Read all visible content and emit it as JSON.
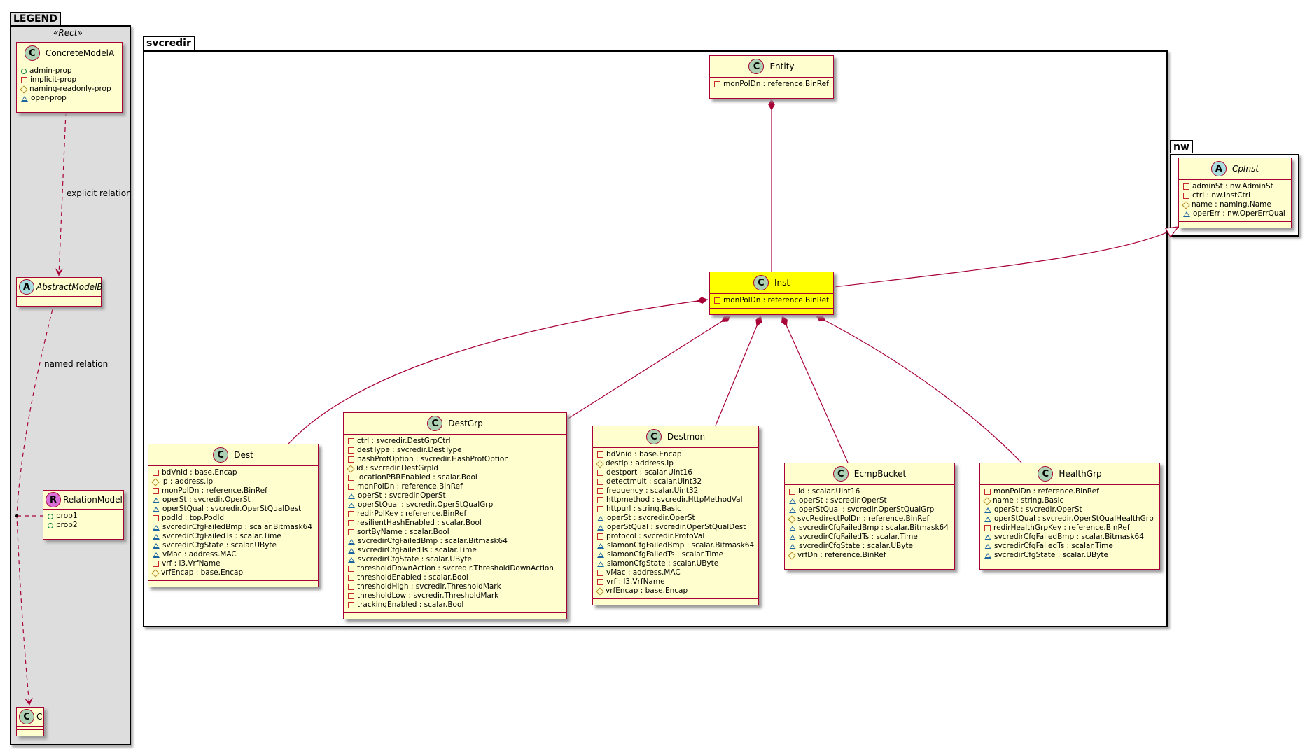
{
  "legend": {
    "package_name": "LEGEND",
    "stereotype": "«Rect»",
    "explicit_label": "explicit relation",
    "named_label": "named relation"
  },
  "packages": {
    "svcredir": "svcredir",
    "nw": "nw"
  },
  "colors": {
    "border": "#A80036",
    "class_bg": "#FEFECE",
    "highlight_bg": "#FFFF00",
    "legend_bg": "#DDDDDD"
  },
  "classes": [
    {
      "id": "ConcreteModelA",
      "name": "ConcreteModelA",
      "kind": "C",
      "attrs": [
        [
          "+",
          "admin-prop"
        ],
        [
          "-",
          "implicit-prop"
        ],
        [
          "#",
          "naming-readonly-prop"
        ],
        [
          "~",
          "oper-prop"
        ]
      ]
    },
    {
      "id": "AbstractModelB",
      "name": "AbstractModelB",
      "kind": "A",
      "italic": true,
      "attrs": []
    },
    {
      "id": "RelationModel",
      "name": "RelationModel",
      "kind": "R",
      "attrs": [
        [
          "+",
          "prop1"
        ],
        [
          "+",
          "prop2"
        ]
      ]
    },
    {
      "id": "C",
      "name": "C",
      "kind": "C",
      "attrs": []
    },
    {
      "id": "Entity",
      "name": "Entity",
      "kind": "C",
      "attrs": [
        [
          "-",
          "monPolDn : reference.BinRef"
        ]
      ]
    },
    {
      "id": "Inst",
      "name": "Inst",
      "kind": "C",
      "highlight": true,
      "attrs": [
        [
          "-",
          "monPolDn : reference.BinRef"
        ]
      ]
    },
    {
      "id": "Dest",
      "name": "Dest",
      "kind": "C",
      "attrs": [
        [
          "-",
          "bdVnid : base.Encap"
        ],
        [
          "#",
          "ip : address.Ip"
        ],
        [
          "-",
          "monPolDn : reference.BinRef"
        ],
        [
          "~",
          "operSt : svcredir.OperSt"
        ],
        [
          "~",
          "operStQual : svcredir.OperStQualDest"
        ],
        [
          "-",
          "podId : top.PodId"
        ],
        [
          "~",
          "svcredirCfgFailedBmp : scalar.Bitmask64"
        ],
        [
          "~",
          "svcredirCfgFailedTs : scalar.Time"
        ],
        [
          "~",
          "svcredirCfgState : scalar.UByte"
        ],
        [
          "~",
          "vMac : address.MAC"
        ],
        [
          "-",
          "vrf : l3.VrfName"
        ],
        [
          "#",
          "vrfEncap : base.Encap"
        ]
      ]
    },
    {
      "id": "DestGrp",
      "name": "DestGrp",
      "kind": "C",
      "attrs": [
        [
          "-",
          "ctrl : svcredir.DestGrpCtrl"
        ],
        [
          "-",
          "destType : svcredir.DestType"
        ],
        [
          "-",
          "hashProfOption : svcredir.HashProfOption"
        ],
        [
          "#",
          "id : svcredir.DestGrpId"
        ],
        [
          "-",
          "locationPBREnabled : scalar.Bool"
        ],
        [
          "-",
          "monPolDn : reference.BinRef"
        ],
        [
          "~",
          "operSt : svcredir.OperSt"
        ],
        [
          "~",
          "operStQual : svcredir.OperStQualGrp"
        ],
        [
          "-",
          "redirPolKey : reference.BinRef"
        ],
        [
          "-",
          "resilientHashEnabled : scalar.Bool"
        ],
        [
          "-",
          "sortByName : scalar.Bool"
        ],
        [
          "~",
          "svcredirCfgFailedBmp : scalar.Bitmask64"
        ],
        [
          "~",
          "svcredirCfgFailedTs : scalar.Time"
        ],
        [
          "~",
          "svcredirCfgState : scalar.UByte"
        ],
        [
          "-",
          "thresholdDownAction : svcredir.ThresholdDownAction"
        ],
        [
          "-",
          "thresholdEnabled : scalar.Bool"
        ],
        [
          "-",
          "thresholdHigh : svcredir.ThresholdMark"
        ],
        [
          "-",
          "thresholdLow : svcredir.ThresholdMark"
        ],
        [
          "-",
          "trackingEnabled : scalar.Bool"
        ]
      ]
    },
    {
      "id": "Destmon",
      "name": "Destmon",
      "kind": "C",
      "attrs": [
        [
          "-",
          "bdVnid : base.Encap"
        ],
        [
          "#",
          "destip : address.Ip"
        ],
        [
          "-",
          "destport : scalar.Uint16"
        ],
        [
          "-",
          "detectmult : scalar.Uint32"
        ],
        [
          "-",
          "frequency : scalar.Uint32"
        ],
        [
          "-",
          "httpmethod : svcredir.HttpMethodVal"
        ],
        [
          "-",
          "httpurl : string.Basic"
        ],
        [
          "~",
          "operSt : svcredir.OperSt"
        ],
        [
          "~",
          "operStQual : svcredir.OperStQualDest"
        ],
        [
          "-",
          "protocol : svcredir.ProtoVal"
        ],
        [
          "~",
          "slamonCfgFailedBmp : scalar.Bitmask64"
        ],
        [
          "~",
          "slamonCfgFailedTs : scalar.Time"
        ],
        [
          "~",
          "slamonCfgState : scalar.UByte"
        ],
        [
          "-",
          "vMac : address.MAC"
        ],
        [
          "-",
          "vrf : l3.VrfName"
        ],
        [
          "#",
          "vrfEncap : base.Encap"
        ]
      ]
    },
    {
      "id": "EcmpBucket",
      "name": "EcmpBucket",
      "kind": "C",
      "attrs": [
        [
          "-",
          "id : scalar.Uint16"
        ],
        [
          "~",
          "operSt : svcredir.OperSt"
        ],
        [
          "~",
          "operStQual : svcredir.OperStQualGrp"
        ],
        [
          "#",
          "svcRedirectPolDn : reference.BinRef"
        ],
        [
          "~",
          "svcredirCfgFailedBmp : scalar.Bitmask64"
        ],
        [
          "~",
          "svcredirCfgFailedTs : scalar.Time"
        ],
        [
          "~",
          "svcredirCfgState : scalar.UByte"
        ],
        [
          "#",
          "vrfDn : reference.BinRef"
        ]
      ]
    },
    {
      "id": "HealthGrp",
      "name": "HealthGrp",
      "kind": "C",
      "attrs": [
        [
          "-",
          "monPolDn : reference.BinRef"
        ],
        [
          "#",
          "name : string.Basic"
        ],
        [
          "~",
          "operSt : svcredir.OperSt"
        ],
        [
          "~",
          "operStQual : svcredir.OperStQualHealthGrp"
        ],
        [
          "-",
          "redirHealthGrpKey : reference.BinRef"
        ],
        [
          "~",
          "svcredirCfgFailedBmp : scalar.Bitmask64"
        ],
        [
          "~",
          "svcredirCfgFailedTs : scalar.Time"
        ],
        [
          "~",
          "svcredirCfgState : scalar.UByte"
        ]
      ]
    },
    {
      "id": "CpInst",
      "name": "CpInst",
      "kind": "A",
      "italic": true,
      "attrs": [
        [
          "-",
          "adminSt : nw.AdminSt"
        ],
        [
          "-",
          "ctrl : nw.InstCtrl"
        ],
        [
          "#",
          "name : naming.Name"
        ],
        [
          "~",
          "operErr : nw.OperErrQual"
        ]
      ]
    }
  ]
}
